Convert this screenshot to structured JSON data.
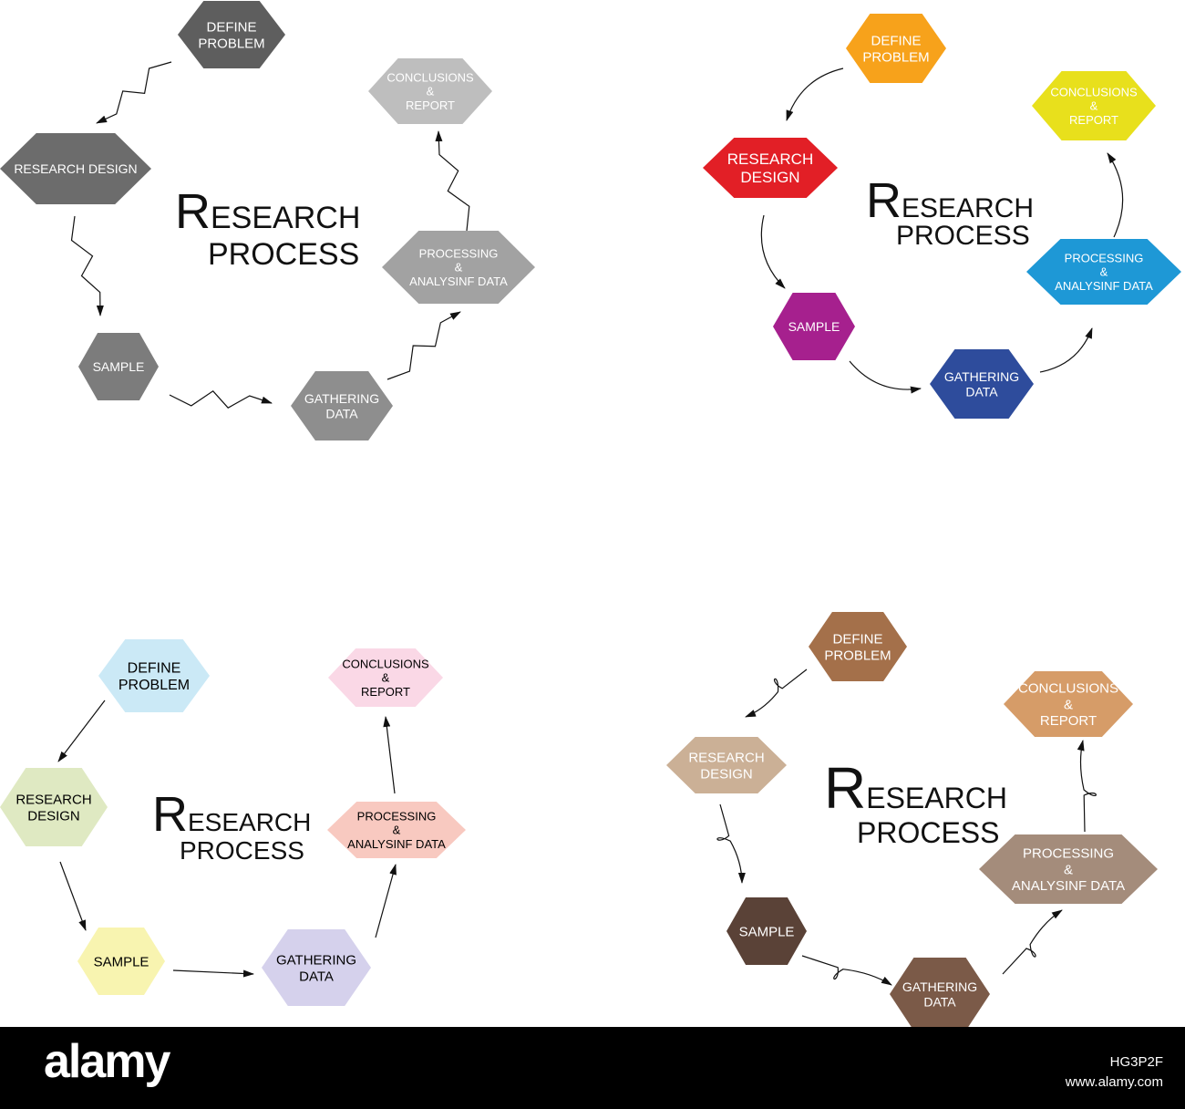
{
  "diagrams": [
    {
      "title_initial": "R",
      "title_rest": "ESEARCH",
      "title_line2": "PROCESS",
      "steps": [
        {
          "lines": [
            "DEFINE",
            "PROBLEM"
          ],
          "color": "#5e5e5e",
          "text_color": "#ffffff"
        },
        {
          "lines": [
            "RESEARCH DESIGN"
          ],
          "color": "#6c6c6c",
          "text_color": "#ffffff"
        },
        {
          "lines": [
            "SAMPLE"
          ],
          "color": "#7c7c7c",
          "text_color": "#ffffff"
        },
        {
          "lines": [
            "GATHERING",
            "DATA"
          ],
          "color": "#8e8e8e",
          "text_color": "#ffffff"
        },
        {
          "lines": [
            "PROCESSING",
            "&",
            "ANALYSINF DATA"
          ],
          "color": "#a2a2a2",
          "text_color": "#ffffff"
        },
        {
          "lines": [
            "CONCLUSIONS",
            "&",
            "REPORT"
          ],
          "color": "#bebebe",
          "text_color": "#ffffff"
        }
      ]
    },
    {
      "title_initial": "R",
      "title_rest": "ESEARCH",
      "title_line2": "PROCESS",
      "steps": [
        {
          "lines": [
            "DEFINE",
            "PROBLEM"
          ],
          "color": "#f7a21b",
          "text_color": "#ffffff"
        },
        {
          "lines": [
            "RESEARCH",
            "DESIGN"
          ],
          "color": "#e21f26",
          "text_color": "#ffffff"
        },
        {
          "lines": [
            "SAMPLE"
          ],
          "color": "#a6208e",
          "text_color": "#ffffff"
        },
        {
          "lines": [
            "GATHERING",
            "DATA"
          ],
          "color": "#2e4c9c",
          "text_color": "#ffffff"
        },
        {
          "lines": [
            "PROCESSING",
            "&",
            "ANALYSINF DATA"
          ],
          "color": "#1e98d6",
          "text_color": "#ffffff"
        },
        {
          "lines": [
            "CONCLUSIONS",
            "&",
            "REPORT"
          ],
          "color": "#e8e01c",
          "text_color": "#ffffff"
        }
      ]
    },
    {
      "title_initial": "R",
      "title_rest": "ESEARCH",
      "title_line2": "PROCESS",
      "steps": [
        {
          "lines": [
            "DEFINE",
            "PROBLEM"
          ],
          "color": "#cbe9f6",
          "text_color": "#000000"
        },
        {
          "lines": [
            "RESEARCH",
            "DESIGN"
          ],
          "color": "#dfe9c2",
          "text_color": "#000000"
        },
        {
          "lines": [
            "SAMPLE"
          ],
          "color": "#f8f4b0",
          "text_color": "#000000"
        },
        {
          "lines": [
            "GATHERING",
            "DATA"
          ],
          "color": "#d5d1ec",
          "text_color": "#000000"
        },
        {
          "lines": [
            "PROCESSING",
            "&",
            "ANALYSINF DATA"
          ],
          "color": "#f8c9c0",
          "text_color": "#000000"
        },
        {
          "lines": [
            "CONCLUSIONS",
            "&",
            "REPORT"
          ],
          "color": "#fad8e6",
          "text_color": "#000000"
        }
      ]
    },
    {
      "title_initial": "R",
      "title_rest": "ESEARCH",
      "title_line2": "PROCESS",
      "steps": [
        {
          "lines": [
            "DEFINE",
            "PROBLEM"
          ],
          "color": "#a4704a",
          "text_color": "#ffffff"
        },
        {
          "lines": [
            "RESEARCH",
            "DESIGN"
          ],
          "color": "#cbb096",
          "text_color": "#ffffff"
        },
        {
          "lines": [
            "SAMPLE"
          ],
          "color": "#5a4237",
          "text_color": "#ffffff"
        },
        {
          "lines": [
            "GATHERING",
            "DATA"
          ],
          "color": "#7b5a48",
          "text_color": "#ffffff"
        },
        {
          "lines": [
            "PROCESSING",
            "&",
            "ANALYSINF DATA"
          ],
          "color": "#a48c7b",
          "text_color": "#ffffff"
        },
        {
          "lines": [
            "CONCLUSIONS",
            "&",
            "REPORT"
          ],
          "color": "#d69c68",
          "text_color": "#ffffff"
        }
      ]
    }
  ],
  "footer": {
    "brand": "alamy",
    "image_id": "HG3P2F",
    "site": "www.alamy.com"
  }
}
